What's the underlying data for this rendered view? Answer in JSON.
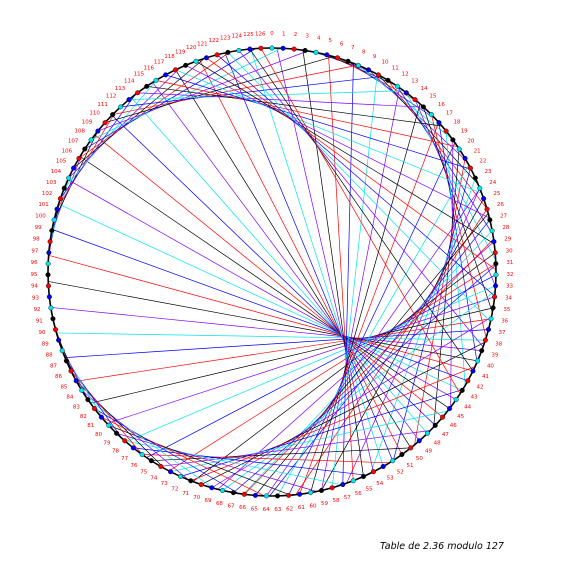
{
  "diagram": {
    "caption": "Table de 2.36 modulo 127",
    "multiplier": 2.36,
    "modulus": 127,
    "line_colors": [
      "#000000",
      "#ff0000",
      "#0000ff",
      "#00e5ee",
      "#8000ff"
    ],
    "circle_color": "#000000",
    "point_colors": [
      "#00e5ee",
      "#0000ff",
      "#ff0000",
      "#000000"
    ],
    "label_color": "#ff0000"
  }
}
